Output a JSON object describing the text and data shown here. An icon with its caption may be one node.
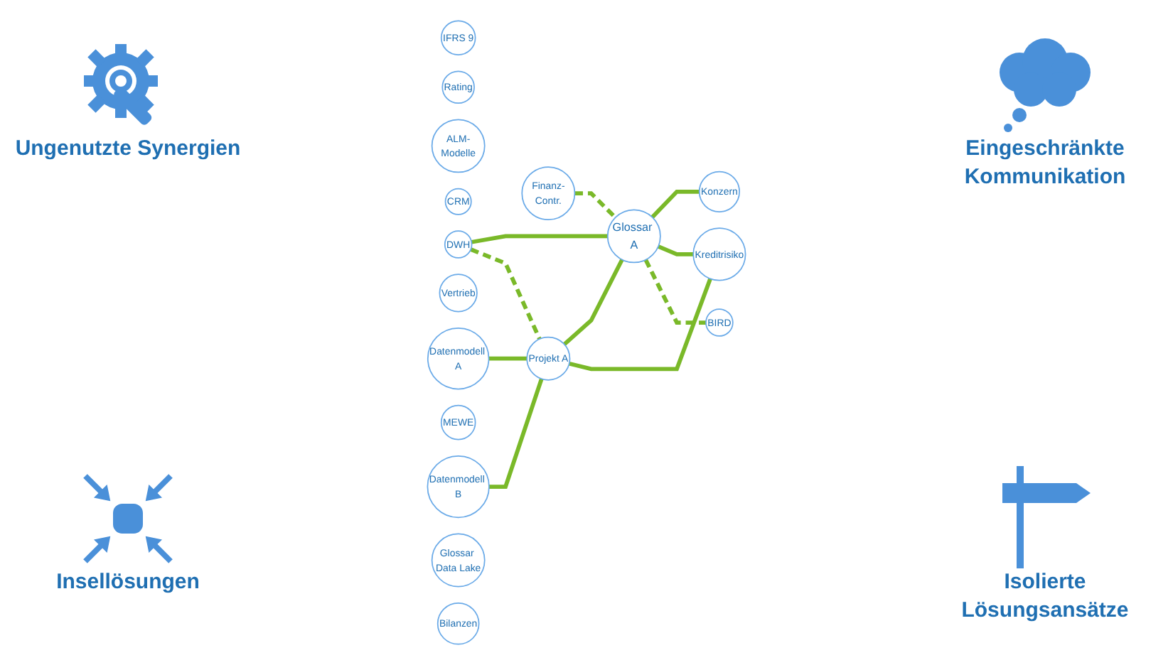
{
  "diagram": {
    "nodes": [
      {
        "text": [
          "IFRS 9"
        ]
      },
      {
        "text": [
          "Rating"
        ]
      },
      {
        "text": [
          "ALM-Modelle"
        ]
      },
      {
        "text": [
          "CRM"
        ]
      },
      {
        "text": [
          "Finanz-Contr."
        ]
      },
      {
        "text": [
          "DWH"
        ]
      },
      {
        "text": [
          "Vertrieb"
        ]
      },
      {
        "text": [
          "Datenmodell A"
        ]
      },
      {
        "text": [
          "Glossar A"
        ]
      },
      {
        "text": [
          "Konzern"
        ]
      },
      {
        "text": [
          "Projekt A"
        ]
      },
      {
        "text": [
          "MEWE"
        ]
      },
      {
        "text": [
          "Datenmodell B"
        ]
      },
      {
        "text": [
          "Kreditrisiko"
        ]
      },
      {
        "text": [
          "BIRD"
        ]
      },
      {
        "text": [
          "Glossar Data Lake"
        ]
      },
      {
        "text": [
          "Bilanzen"
        ]
      }
    ],
    "edges": [
      {
        "from": 5,
        "to": 8,
        "arrow": "none"
      },
      {
        "from": 5,
        "to": 10,
        "arrow": "none",
        "style": "dashed"
      },
      {
        "from": 4,
        "to": 8,
        "arrow": "none",
        "style": "dashed"
      },
      {
        "from": 8,
        "to": 9,
        "arrow": "none"
      },
      {
        "from": 7,
        "to": 10,
        "arrow": "none"
      },
      {
        "from": 10,
        "to": 8,
        "arrow": "none"
      },
      {
        "from": 12,
        "to": 10,
        "arrow": "none"
      },
      {
        "from": 10,
        "to": 13,
        "arrow": "none"
      },
      {
        "from": 8,
        "to": 13,
        "arrow": "none"
      },
      {
        "from": 8,
        "to": 14,
        "arrow": "none",
        "style": "dashed"
      }
    ],
    "labels": [
      "Ungenutzte Synergien",
      "Eingeschränkte Kommunikation",
      "Insellösungen",
      "Isolierte Lösungsansätze"
    ]
  }
}
